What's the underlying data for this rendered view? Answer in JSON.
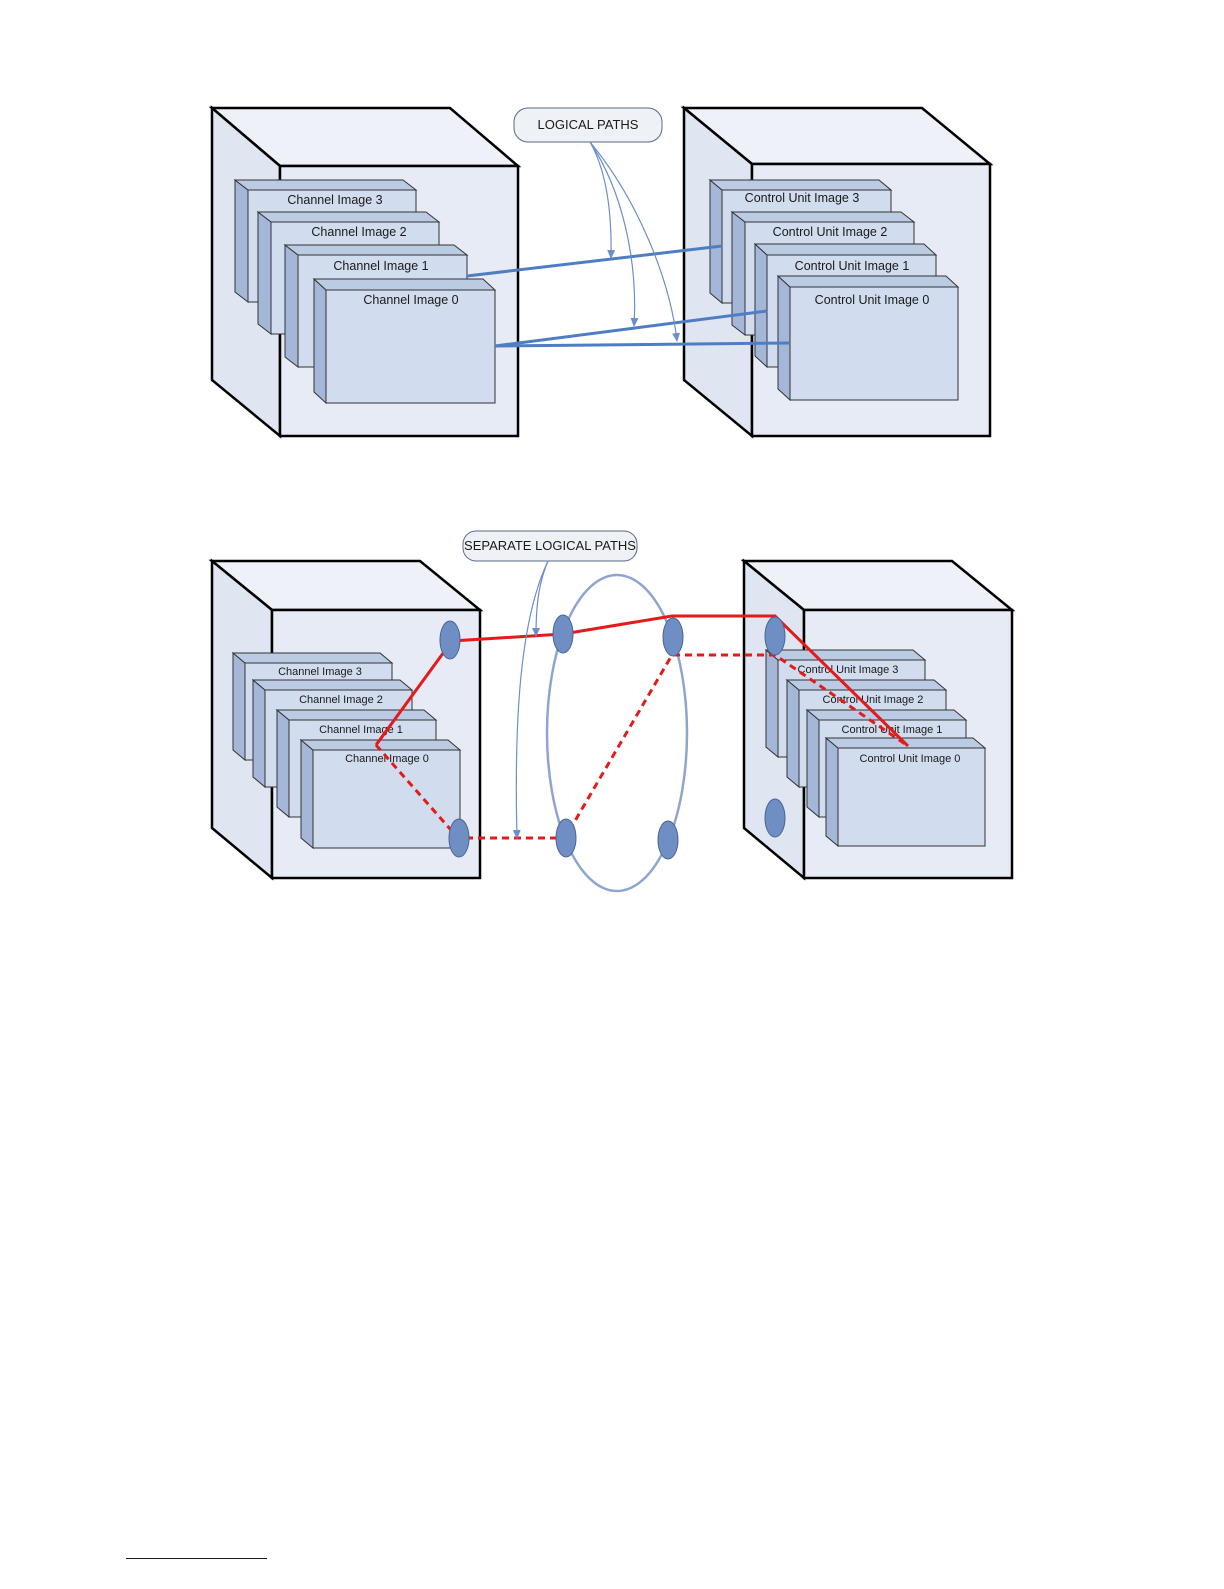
{
  "figure_1": {
    "callout": "LOGICAL PATHS",
    "channel_images": [
      "Channel Image 3",
      "Channel Image 2",
      "Channel Image 1",
      "Channel Image 0"
    ],
    "control_unit_images": [
      "Control Unit Image 3",
      "Control Unit Image 2",
      "Control Unit Image 1",
      "Control Unit Image 0"
    ]
  },
  "figure_2": {
    "callout": "SEPARATE LOGICAL PATHS",
    "channel_images": [
      "Channel Image 3",
      "Channel Image 2",
      "Channel Image 1",
      "Channel Image 0"
    ],
    "control_unit_images": [
      "Control Unit Image 3",
      "Control Unit Image 2",
      "Control Unit Image 1",
      "Control Unit Image 0"
    ]
  },
  "colors": {
    "box_fill": "#e6ebf5",
    "image_front": "#d1dcee",
    "image_side": "#a5b7d8",
    "path_blue": "#4f7dc4",
    "path_red": "#e31b1b",
    "port_fill": "#6f8ec4",
    "ring": "#8ea6cf"
  }
}
